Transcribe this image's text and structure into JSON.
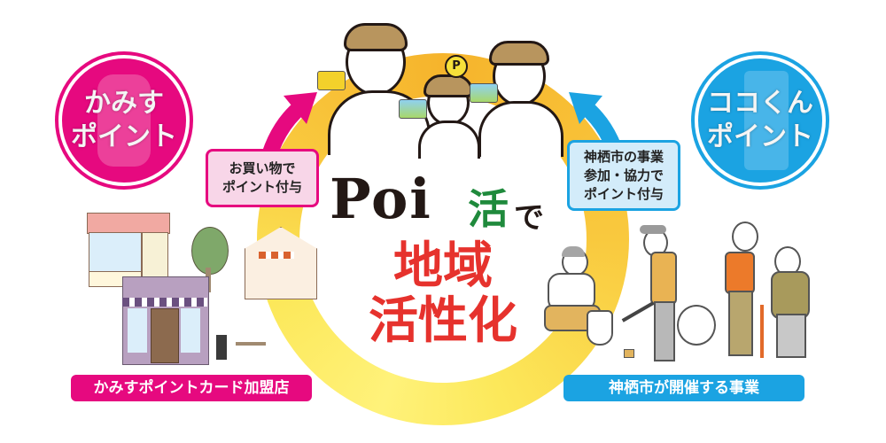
{
  "badges": {
    "left": {
      "line1": "かみす",
      "line2": "ポイント",
      "color": "#e6097f"
    },
    "right": {
      "line1": "ココくん",
      "line2": "ポイント",
      "color": "#1ba3e2"
    }
  },
  "callouts": {
    "left": {
      "line1": "お買い物で",
      "line2": "ポイント付与"
    },
    "right": {
      "line1": "神栖市の事業",
      "line2": "参加・協力で",
      "line3": "ポイント付与"
    }
  },
  "title": {
    "poi": "Poi",
    "katsu": "活",
    "de": "で",
    "line2": "地域",
    "line3": "活性化"
  },
  "coin": {
    "symbol": "P"
  },
  "labels": {
    "left": "かみすポイントカード加盟店",
    "right": "神栖市が開催する事業"
  },
  "colors": {
    "pink": "#e6097f",
    "blue": "#1ba3e2",
    "green": "#1f8a3c",
    "red": "#e6322d",
    "ring_orange": "#f6b42c",
    "ring_yellow": "#fff27a"
  }
}
